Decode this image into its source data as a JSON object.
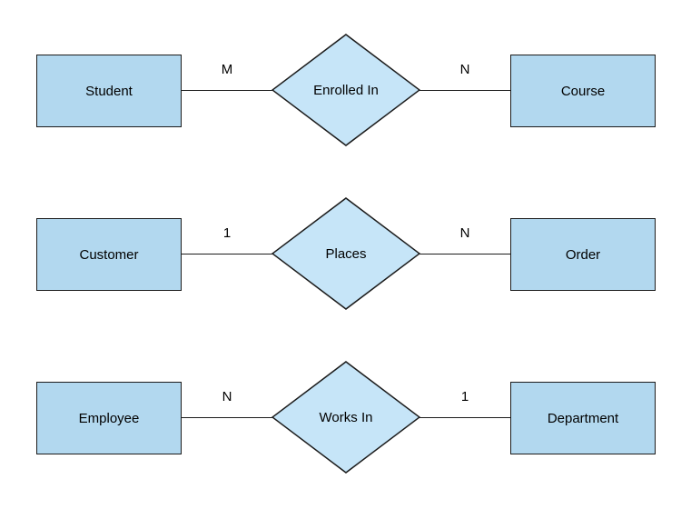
{
  "diagram": {
    "type": "entity-relationship",
    "colors": {
      "entity_fill": "#b2d8ef",
      "relationship_fill": "#c6e5f8",
      "stroke": "#1c1c1c",
      "text": "#000000"
    },
    "rows": [
      {
        "left_entity": "Student",
        "left_cardinality": "M",
        "relationship": "Enrolled In",
        "right_cardinality": "N",
        "right_entity": "Course"
      },
      {
        "left_entity": "Customer",
        "left_cardinality": "1",
        "relationship": "Places",
        "right_cardinality": "N",
        "right_entity": "Order"
      },
      {
        "left_entity": "Employee",
        "left_cardinality": "N",
        "relationship": "Works In",
        "right_cardinality": "1",
        "right_entity": "Department"
      }
    ]
  }
}
